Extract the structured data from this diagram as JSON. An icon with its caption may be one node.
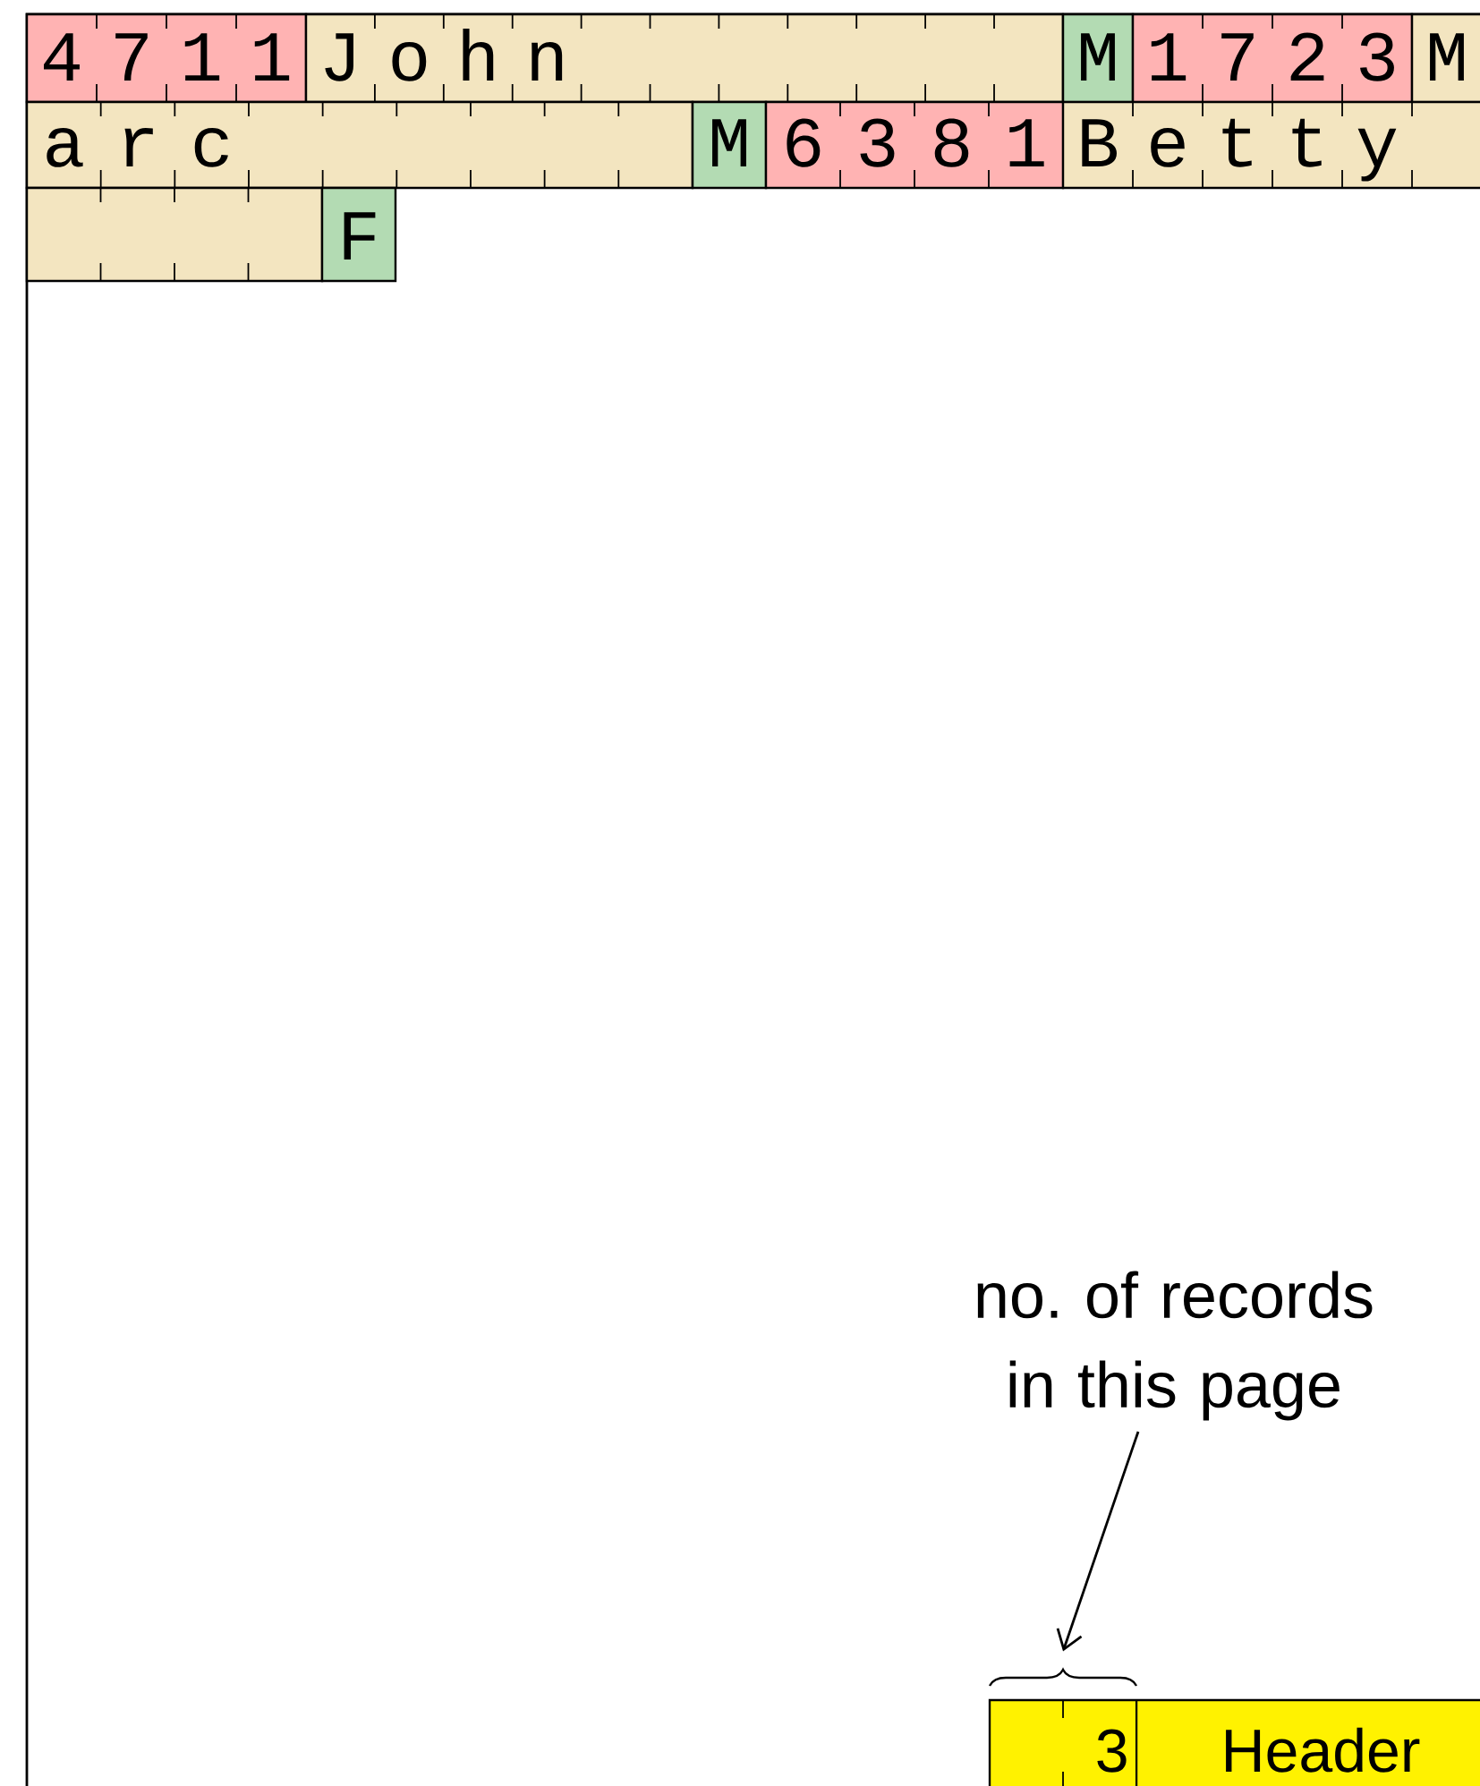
{
  "diagram": {
    "nodes": [
      {
        "text": [
          "no. of records in this page"
        ]
      },
      {
        "text": [],
        "shape": "brace"
      }
    ],
    "edges": [
      {
        "from": 0,
        "to": 1,
        "arrow": "to"
      }
    ],
    "labels": [
      "4",
      "7",
      "1",
      "1",
      "J",
      "o",
      "h",
      "n",
      "M",
      "1",
      "7",
      "2",
      "3",
      "M",
      "a",
      "r",
      "c",
      "M",
      "6",
      "3",
      "8",
      "1",
      "B",
      "e",
      "t",
      "t",
      "y",
      "F",
      "3",
      "Header"
    ]
  }
}
